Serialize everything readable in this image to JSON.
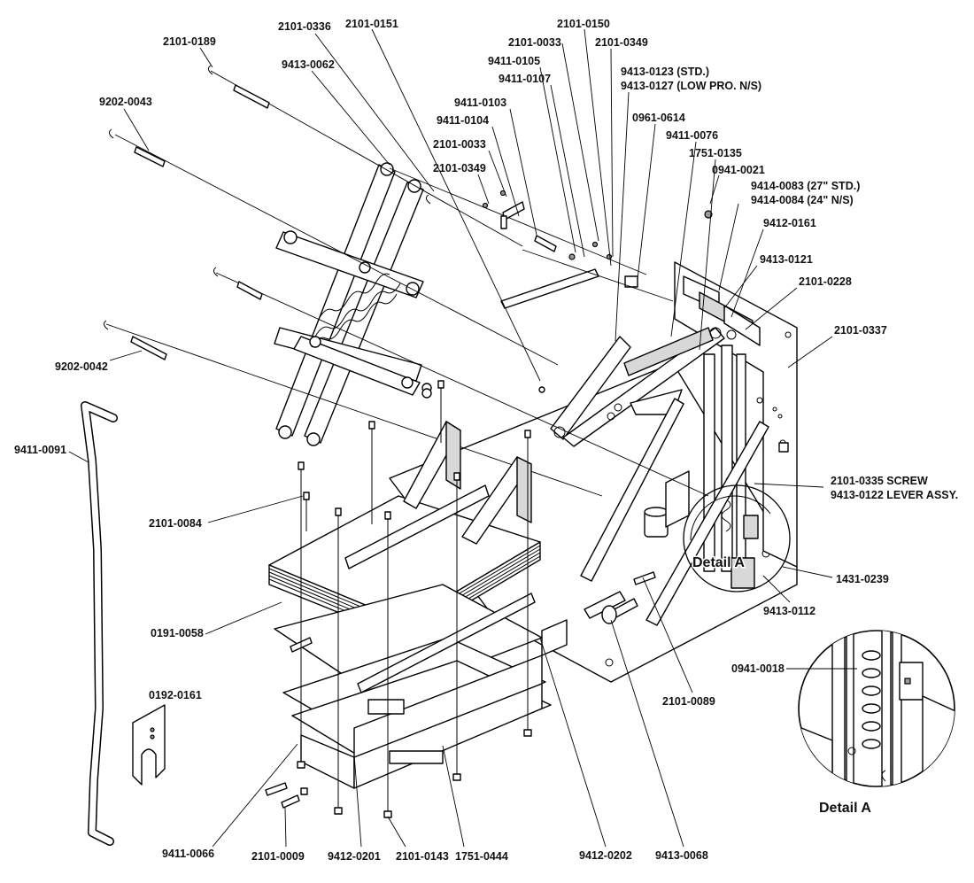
{
  "labels": {
    "l_2101_0189": "2101-0189",
    "l_2101_0336": "2101-0336",
    "l_2101_0151": "2101-0151",
    "l_2101_0150": "2101-0150",
    "l_2101_0033_top": "2101-0033",
    "l_2101_0349_top": "2101-0349",
    "l_9413_0062": "9413-0062",
    "l_9411_0105": "9411-0105",
    "l_9411_0107": "9411-0107",
    "l_9413_0123": "9413-0123 (STD.)",
    "l_9413_0127": "9413-0127 (LOW PRO. N/S)",
    "l_9202_0043": "9202-0043",
    "l_9411_0103": "9411-0103",
    "l_0961_0614": "0961-0614",
    "l_9411_0104": "9411-0104",
    "l_9411_0076": "9411-0076",
    "l_2101_0033_mid": "2101-0033",
    "l_1751_0135": "1751-0135",
    "l_2101_0349_mid": "2101-0349",
    "l_0941_0021": "0941-0021",
    "l_9414_0083": "9414-0083 (27\" STD.)",
    "l_9414_0084": "9414-0084 (24\" N/S)",
    "l_9412_0161": "9412-0161",
    "l_9413_0121": "9413-0121",
    "l_2101_0228": "2101-0228",
    "l_2101_0337": "2101-0337",
    "l_9202_0042": "9202-0042",
    "l_9411_0091": "9411-0091",
    "l_2101_0335": "2101-0335 SCREW",
    "l_9413_0122": "9413-0122 LEVER ASSY.",
    "l_2101_0084": "2101-0084",
    "l_1431_0239": "1431-0239",
    "l_9413_0112": "9413-0112",
    "l_0191_0058": "0191-0058",
    "l_0941_0018": "0941-0018",
    "l_0192_0161": "0192-0161",
    "l_2101_0089": "2101-0089",
    "l_9411_0066": "9411-0066",
    "l_2101_0009": "2101-0009",
    "l_9412_0201": "9412-0201",
    "l_2101_0143": "2101-0143",
    "l_1751_0444": "1751-0444",
    "l_9412_0202": "9412-0202",
    "l_9413_0068": "9413-0068"
  },
  "detail_callout": "Detail A",
  "detail_caption": "Detail A"
}
